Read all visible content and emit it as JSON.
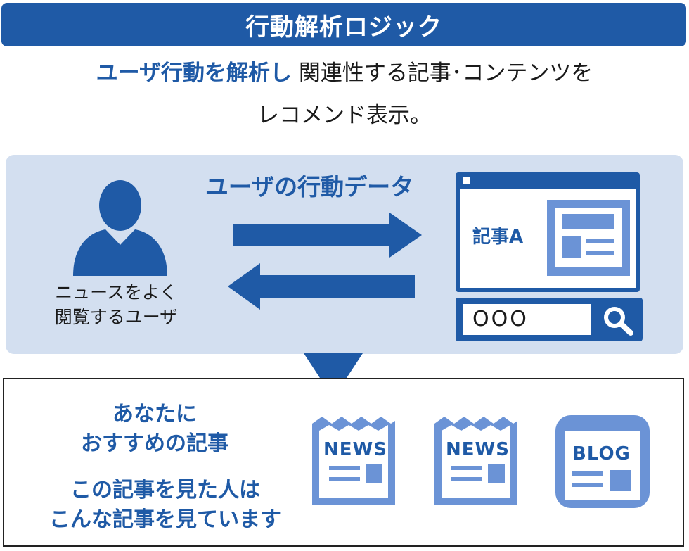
{
  "title": "行動解析ロジック",
  "subtitle": {
    "highlight": "ユーザ行動を解析し",
    "rest": " 関連性する記事･コンテンツを",
    "line2": "レコメンド表示。"
  },
  "panel": {
    "behavior_label": "ユーザの行動データ",
    "user_caption_line1": "ニュースをよく",
    "user_caption_line2": "閲覧するユーザ",
    "article_label": "記事A",
    "search_text": "OOO"
  },
  "recommendation": {
    "heading_line1": "あなたに",
    "heading_line2": "おすすめの記事",
    "heading2_line1": "この記事を見た人は",
    "heading2_line2": "こんな記事を見ています",
    "cards": [
      "NEWS",
      "NEWS",
      "BLOG"
    ]
  },
  "colors": {
    "accent": "#1f5aa6",
    "light_panel": "#d3dff0",
    "icon_blue": "#6b93d6"
  }
}
